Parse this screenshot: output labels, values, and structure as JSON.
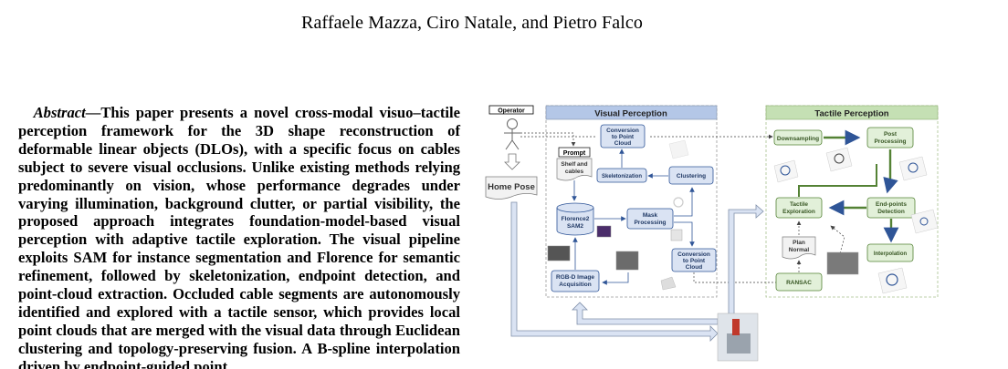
{
  "authors": "Raffaele Mazza, Ciro Natale, and Pietro Falco",
  "abstract": {
    "lead": "Abstract",
    "dash": "—",
    "body": "This paper presents a novel cross-modal vi­suo–tactile perception framework for the 3D shape reconstruction of deformable linear objects (DLOs), with a specific focus on cables subject to severe visual occlusions. Unlike existing methods relying predominantly on vision, whose performance degrades under varying illumination, background clutter, or partial visibility, the proposed approach integrates foundation-model-based visual perception with adaptive tactile exploration. The visual pipeline exploits SAM for instance segmentation and Florence for semantic refinement, followed by skeletonization, endpoint detection, and point-cloud extraction. Occluded cable segments are autonomously identified and explored with a tactile sensor, which provides local point clouds that are merged with the visual data through Euclidean clustering and topology-preserving fusion. A B-spline interpolation driven by endpoint-guided point"
  },
  "figure": {
    "operator_label": "Operator",
    "home_pose": "Home Pose",
    "prompt_label": "Prompt",
    "prompt_text": [
      "Shelf and",
      "cables"
    ],
    "visual_title": "Visual Perception",
    "tactile_title": "Tactile Perception",
    "visual_nodes": {
      "conv_top": [
        "Conversion",
        "to Point",
        "Cloud"
      ],
      "skeleton": "Skeletonization",
      "clustering": "Clustering",
      "florence": [
        "Florence2",
        "SAM2"
      ],
      "mask": [
        "Mask",
        "Processing"
      ],
      "conv_bottom": [
        "Conversion",
        "to Point",
        "Cloud"
      ],
      "rgbd": [
        "RGB-D Image",
        "Acquisition"
      ]
    },
    "tactile_nodes": {
      "downsampling": "Downsampling",
      "post": [
        "Post",
        "Processing"
      ],
      "tactile_exploration": [
        "Tactile",
        "Exploration"
      ],
      "endpoints": [
        "End-points",
        "Detection"
      ],
      "plan": [
        "Plan",
        "Normal"
      ],
      "interpolation": "Interpolation",
      "ransac": "RANSAC"
    },
    "colors": {
      "visual_header": "#b4c7e7",
      "tactile_header": "#c5e0b4",
      "node_fill": "#dae3f3",
      "node_stroke": "#2f5597",
      "tactile_node_fill": "#e2f0d9",
      "tactile_node_stroke": "#548235",
      "arrow_fill": "#dae3f3",
      "arrow_stroke": "#7f8fa9",
      "green_arrow": "#548235"
    }
  }
}
